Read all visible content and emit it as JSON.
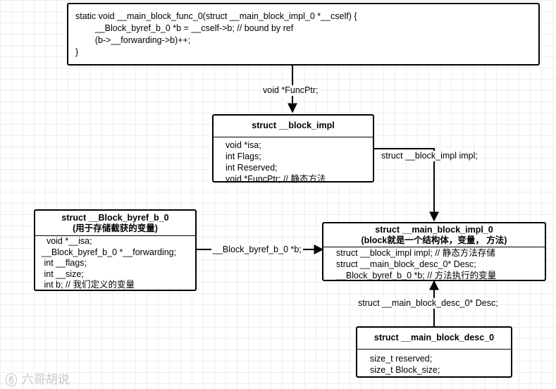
{
  "code": {
    "lines": [
      "static void __main_block_func_0(struct __main_block_impl_0 *__cself) {",
      "        __Block_byref_b_0 *b = __cself->b; // bound by ref",
      "        (b->__forwarding->b)++;",
      "}"
    ]
  },
  "labels": {
    "funcptr": "void *FuncPtr;",
    "impl": "struct __block_impl impl;",
    "byref": "__Block_byref_b_0 *b;",
    "desc": "struct __main_block_desc_0* Desc;"
  },
  "block_impl": {
    "title": "struct __block_impl",
    "fields": [
      "void *isa;",
      "int Flags;",
      "int Reserved;",
      "void *FuncPtr; // 静态方法"
    ]
  },
  "byref": {
    "title": "struct __Block_byref_b_0",
    "subtitle": "(用于存储截获的变量)",
    "fields": [
      "  void *__isa;",
      "__Block_byref_b_0 *__forwarding;",
      " int __flags;",
      " int __size;",
      " int b; // 我们定义的变量"
    ]
  },
  "main_impl": {
    "title": "struct  __main_block_impl_0",
    "subtitle": "(block就是一个结构体，变量， 方法)",
    "fields": [
      "struct __block_impl impl; // 静态方法存储",
      "struct __main_block_desc_0* Desc;",
      "__Block_byref_b_0 *b; // 方法执行的变量"
    ]
  },
  "desc": {
    "title": "struct __main_block_desc_0",
    "fields": [
      "size_t reserved;",
      "size_t Block_size;"
    ]
  },
  "watermark": {
    "text": "六哥胡说"
  }
}
